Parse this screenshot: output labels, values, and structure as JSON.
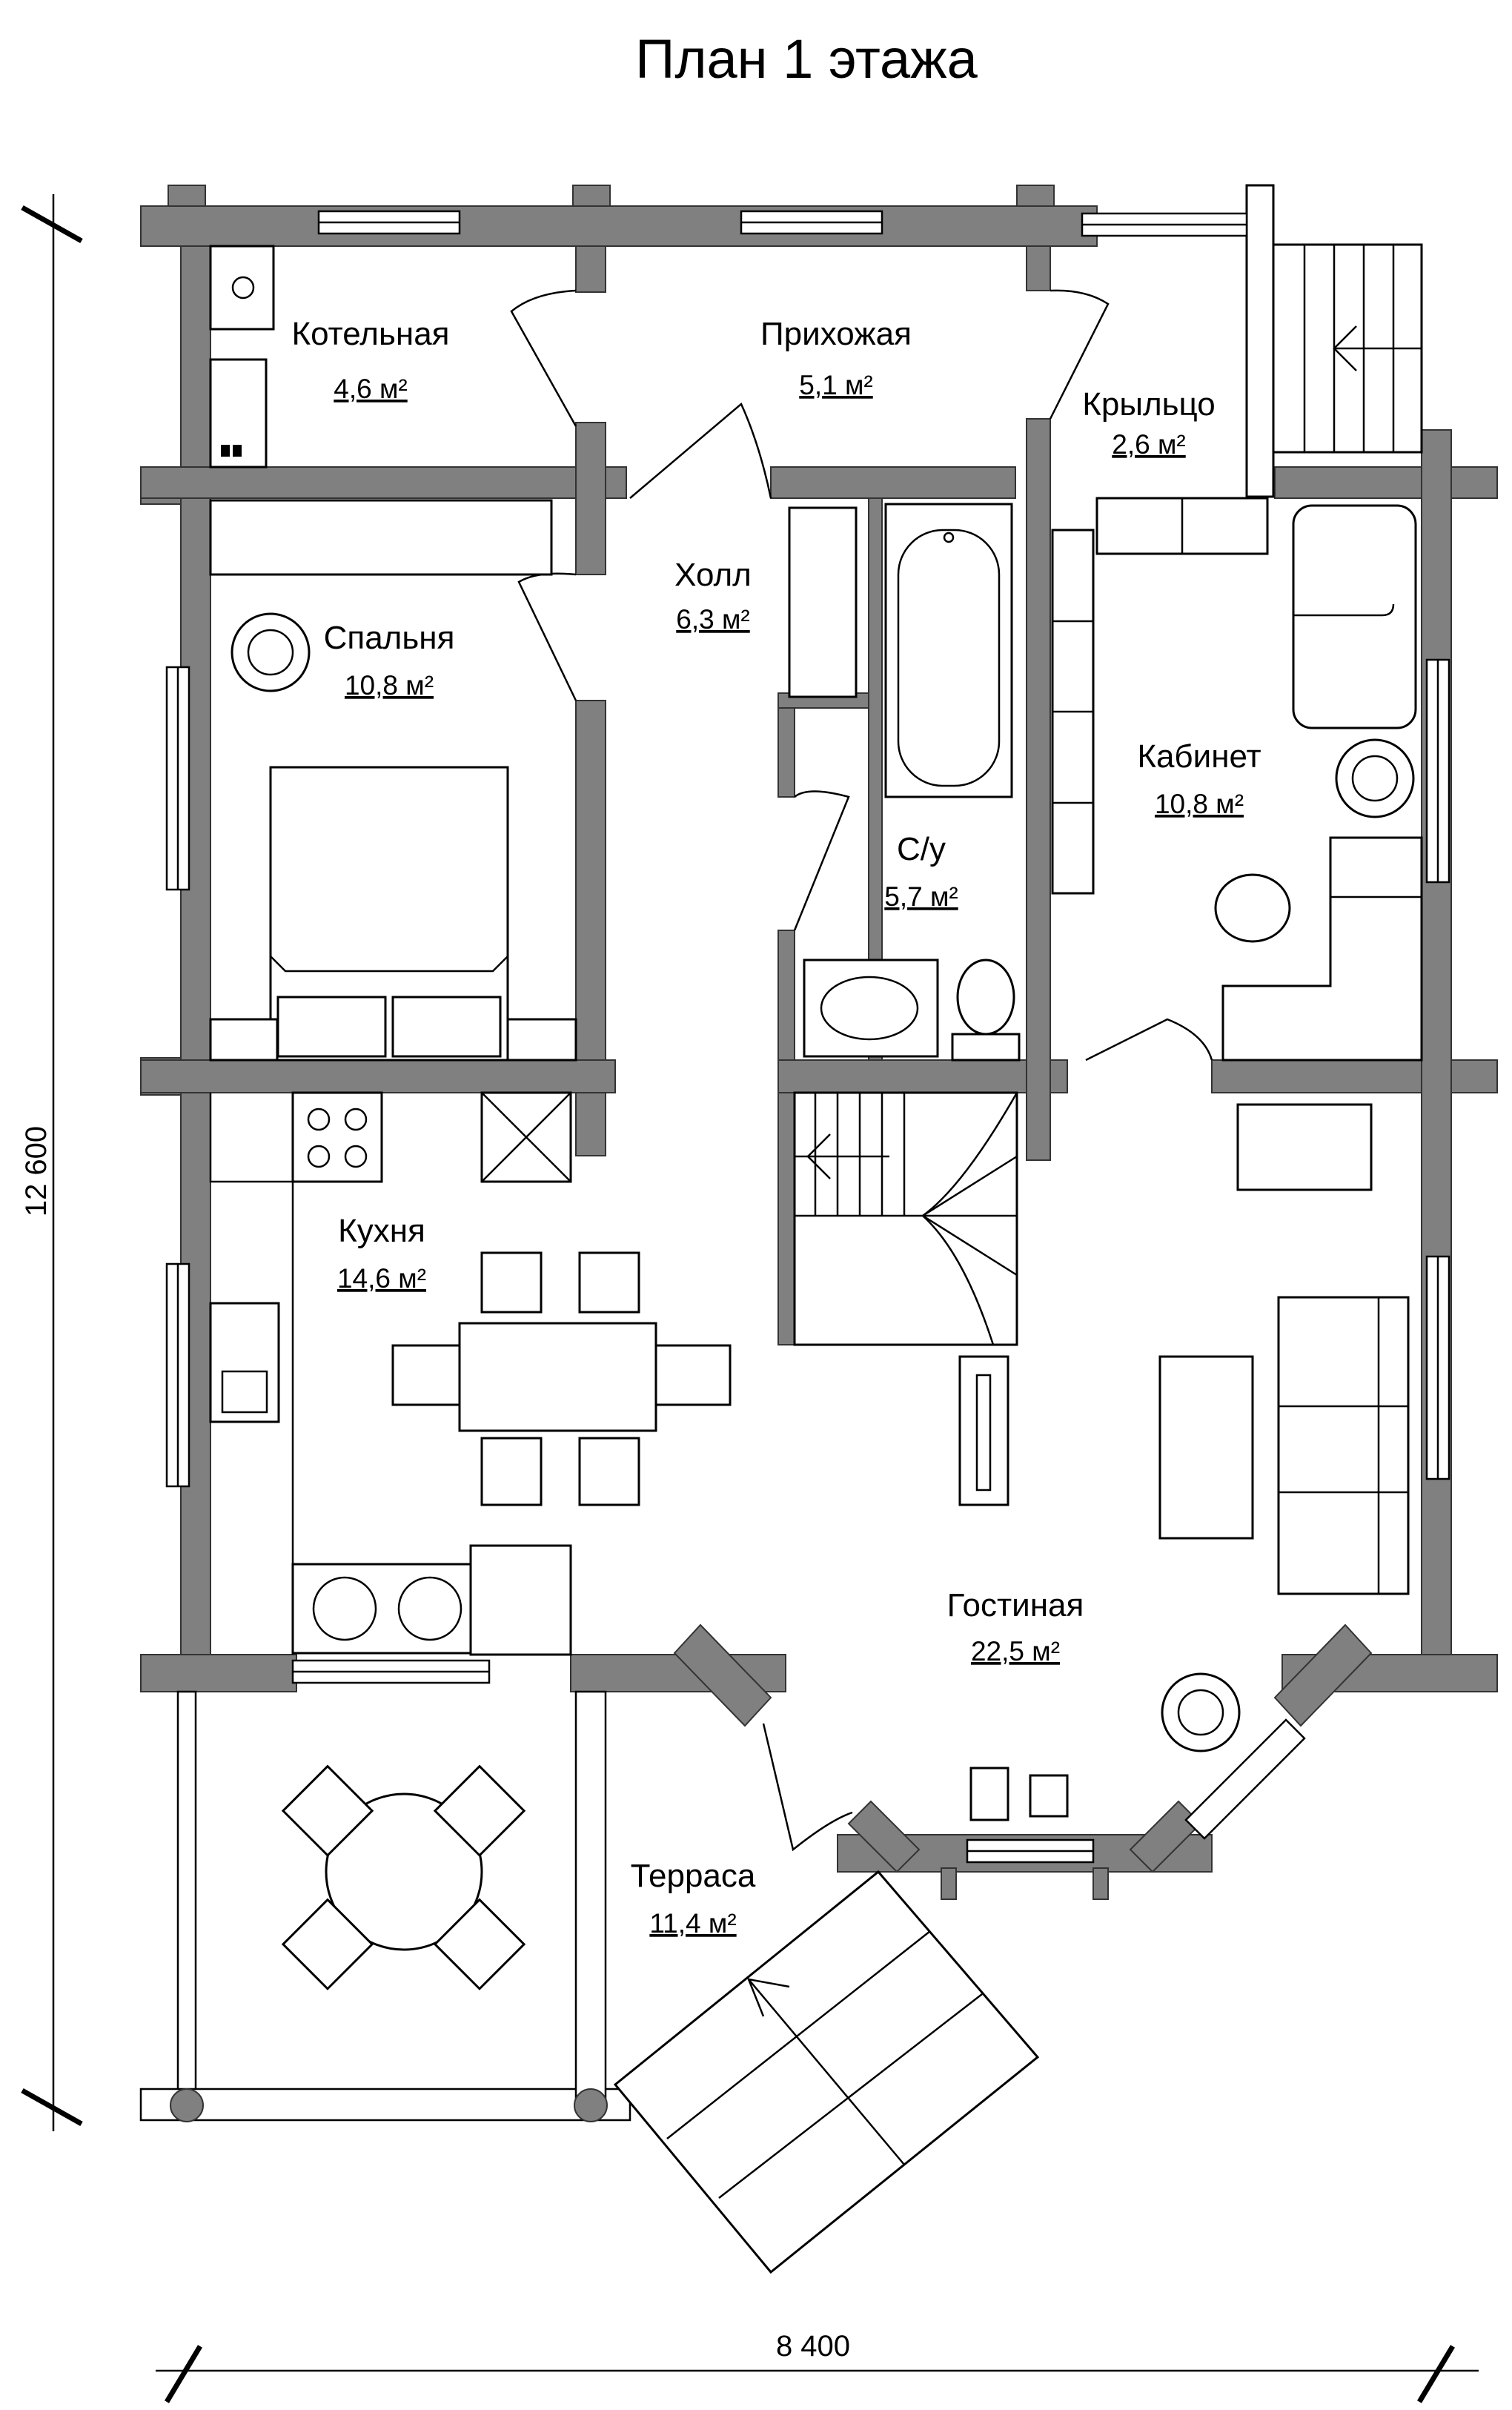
{
  "title": "План 1 этажа",
  "dimensions": {
    "height": "12 600",
    "width": "8 400"
  },
  "rooms": [
    {
      "id": "boiler",
      "name": "Котельная",
      "area": "4,6 м²"
    },
    {
      "id": "entry",
      "name": "Прихожая",
      "area": "5,1 м²"
    },
    {
      "id": "porch",
      "name": "Крыльцо",
      "area": "2,6 м²"
    },
    {
      "id": "hall",
      "name": "Холл",
      "area": "6,3 м²"
    },
    {
      "id": "bedroom",
      "name": "Спальня",
      "area": "10,8 м²"
    },
    {
      "id": "study",
      "name": "Кабинет",
      "area": "10,8 м²"
    },
    {
      "id": "bathroom",
      "name": "С/у",
      "area": "5,7 м²"
    },
    {
      "id": "kitchen",
      "name": "Кухня",
      "area": "14,6 м²"
    },
    {
      "id": "living",
      "name": "Гостиная",
      "area": "22,5 м²"
    },
    {
      "id": "terrace",
      "name": "Терраса",
      "area": "11,4 м²"
    }
  ]
}
